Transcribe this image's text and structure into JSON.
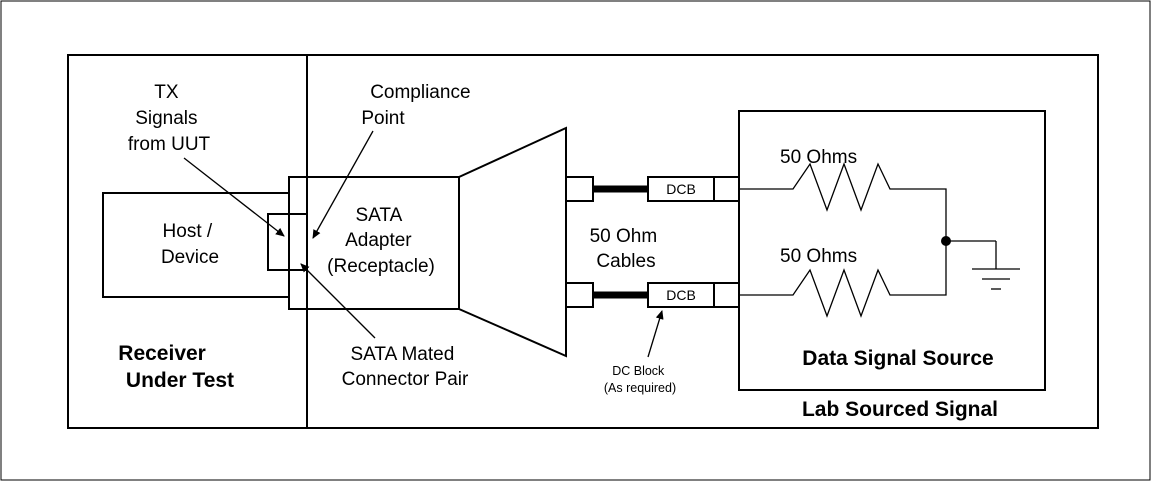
{
  "labels": {
    "tx_signals": [
      "TX",
      "Signals",
      "from UUT"
    ],
    "compliance_point": [
      "Compliance",
      "Point"
    ],
    "host_device": [
      "Host /",
      "Device"
    ],
    "sata_adapter": [
      "SATA",
      "Adapter",
      "(Receptacle)"
    ],
    "cables": [
      "50 Ohm",
      "Cables"
    ],
    "dcb_top": "DCB",
    "dcb_bottom": "DCB",
    "ohms_top": "50 Ohms",
    "ohms_bottom": "50 Ohms",
    "receiver_under_test": [
      "Receiver",
      "Under Test"
    ],
    "sata_mated": [
      "SATA Mated",
      "Connector Pair"
    ],
    "dc_block": [
      "DC Block",
      "(As required)"
    ],
    "data_signal_source": "Data Signal Source",
    "lab_sourced_signal": "Lab Sourced Signal"
  }
}
